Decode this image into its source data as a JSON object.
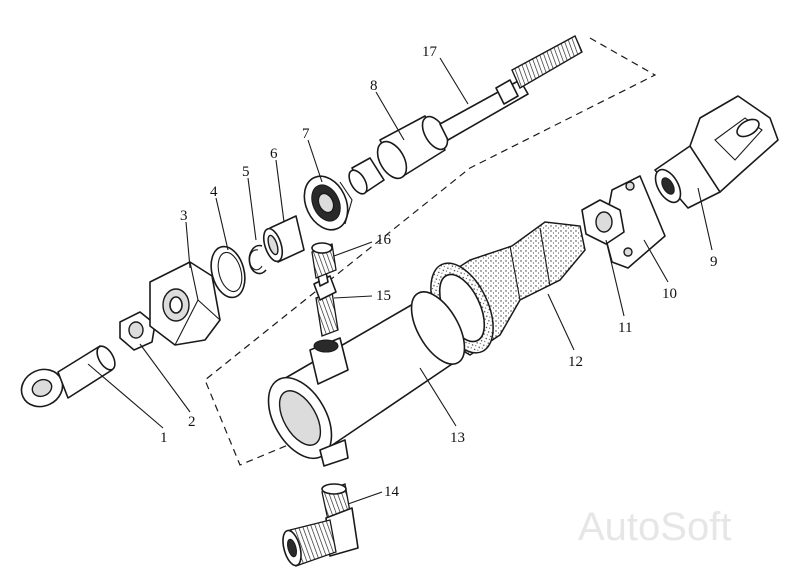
{
  "watermark": "AutoSoft",
  "callouts": {
    "p1": "1",
    "p2": "2",
    "p3": "3",
    "p4": "4",
    "p5": "5",
    "p6": "6",
    "p7": "7",
    "p8": "8",
    "p9": "9",
    "p10": "10",
    "p11": "11",
    "p12": "12",
    "p13": "13",
    "p14": "14",
    "p15": "15",
    "p16": "16",
    "p17": "17"
  }
}
